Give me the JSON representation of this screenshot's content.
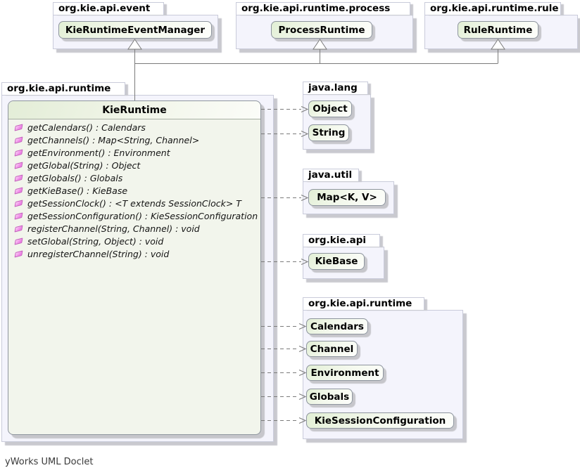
{
  "packages": [
    {
      "name": "org.kie.api.event",
      "classes": [
        "KieRuntimeEventManager"
      ]
    },
    {
      "name": "org.kie.api.runtime.process",
      "classes": [
        "ProcessRuntime"
      ]
    },
    {
      "name": "org.kie.api.runtime.rule",
      "classes": [
        "RuleRuntime"
      ]
    },
    {
      "name": "org.kie.api.runtime",
      "classes": [
        "KieRuntime"
      ]
    },
    {
      "name": "java.lang",
      "classes": [
        "Object",
        "String"
      ]
    },
    {
      "name": "java.util",
      "classes": [
        "Map<K, V>"
      ]
    },
    {
      "name": "org.kie.api",
      "classes": [
        "KieBase"
      ]
    },
    {
      "name": "org.kie.api.runtime",
      "classes": [
        "Calendars",
        "Channel",
        "Environment",
        "Globals",
        "KieSessionConfiguration"
      ]
    }
  ],
  "main_class": {
    "title": "KieRuntime",
    "methods": [
      "getCalendars() : Calendars",
      "getChannels() : Map<String, Channel>",
      "getEnvironment() : Environment",
      "getGlobal(String) : Object",
      "getGlobals() : Globals",
      "getKieBase() : KieBase",
      "getSessionClock() : <T extends SessionClock> T",
      "getSessionConfiguration() : KieSessionConfiguration",
      "registerChannel(String, Channel) : void",
      "setGlobal(String, Object) : void",
      "unregisterChannel(String) : void"
    ]
  },
  "footer": "yWorks UML Doclet",
  "colors": {
    "package_fill": "#f4f4fc",
    "package_border": "#c9cbda",
    "class_border": "#8e959e",
    "class_gradient_green": "#e2efd5",
    "main_class_fill": "#f2f5ec",
    "connector_line": "#7b7b7b",
    "method_icon_pink": "#ec7ce4"
  }
}
